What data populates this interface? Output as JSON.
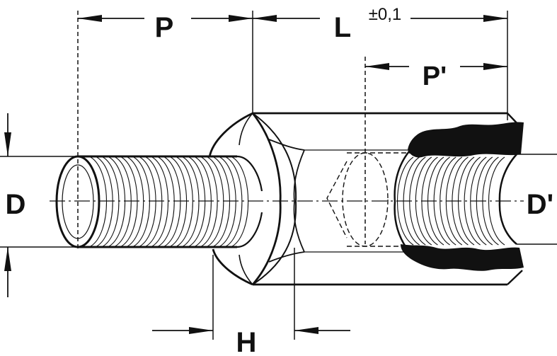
{
  "labels": {
    "P": "P",
    "L": "L",
    "tolerance": "±0,1",
    "P_prime": "P'",
    "D": "D",
    "D_prime": "D'",
    "H": "H"
  },
  "colors": {
    "ink": "#111111",
    "background": "#ffffff"
  }
}
